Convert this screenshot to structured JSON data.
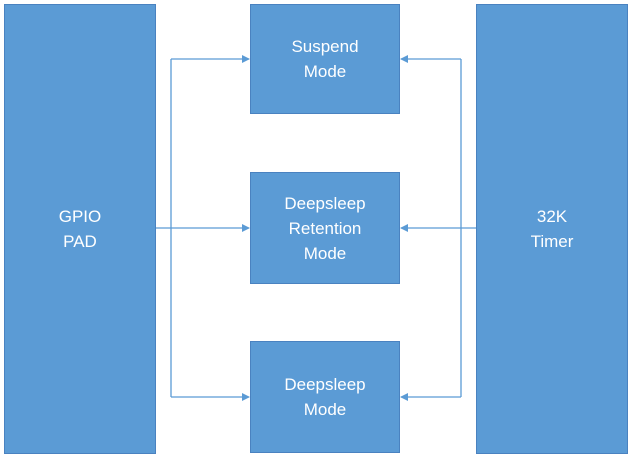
{
  "colors": {
    "box_fill": "#5b9bd5",
    "box_border": "#4a82c0",
    "line": "#5b9bd5",
    "text": "#ffffff"
  },
  "blocks": {
    "gpio_pad": "GPIO\nPAD",
    "timer_32k": "32K\nTimer",
    "suspend_mode": "Suspend\nMode",
    "deepsleep_retention_mode": "Deepsleep\nRetention\nMode",
    "deepsleep_mode": "Deepsleep\nMode"
  }
}
